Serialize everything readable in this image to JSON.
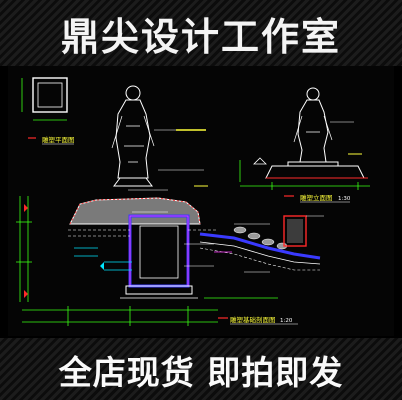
{
  "header": {
    "title": "鼎尖设计工作室"
  },
  "drawing": {
    "plan_label": "雕塑平面图",
    "front_label": "雕塑立面图",
    "section_label": "雕塑基础剖面图",
    "front_scale": "1:30",
    "section_scale": "1:20"
  },
  "footer": {
    "slogan": "全店现货 即拍即发"
  },
  "colors": {
    "background": "#000000",
    "line_white": "#ffffff",
    "line_cyan": "#00e5ff",
    "line_green": "#39ff14",
    "line_red": "#ff2a2a",
    "line_blue": "#3a3aff",
    "line_yellow": "#ffff3a",
    "line_magenta": "#ff3aff"
  }
}
